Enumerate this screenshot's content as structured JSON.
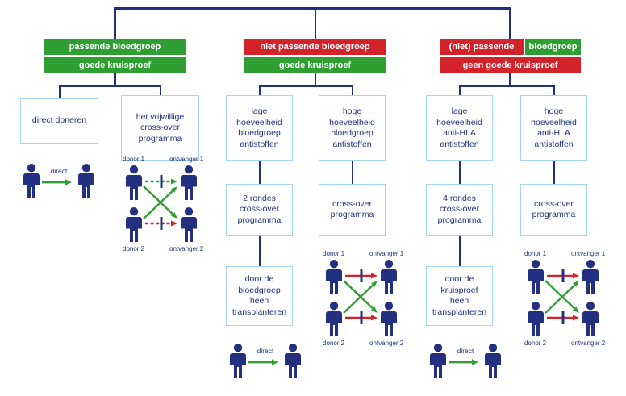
{
  "colors": {
    "navy": "#22307f",
    "green": "#2f9e33",
    "red": "#d2232a",
    "border": "#a3d6ef",
    "bg": "#ffffff"
  },
  "labels": {
    "donor1": "donor 1",
    "recipient1": "ontvanger 1",
    "donor2": "donor 2",
    "recipient2": "ontvanger 2",
    "direct": "direct"
  },
  "icons": {
    "person": "person-icon",
    "green_arrow": "exchange-arrow",
    "blocked_bar": "incompatibility-bar"
  },
  "branches": [
    {
      "header_rows": [
        {
          "segments": [
            {
              "text": "passende bloedgroep",
              "color": "green"
            }
          ]
        },
        {
          "segments": [
            {
              "text": "goede kruisproef",
              "color": "green"
            }
          ]
        }
      ],
      "columns": [
        {
          "boxes": [
            "direct doneren"
          ]
        },
        {
          "boxes": [
            "het vrijwillige cross-over programma"
          ]
        }
      ]
    },
    {
      "header_rows": [
        {
          "segments": [
            {
              "text": "niet passende bloedgroep",
              "color": "red"
            }
          ]
        },
        {
          "segments": [
            {
              "text": "goede kruisproef",
              "color": "green"
            }
          ]
        }
      ],
      "columns": [
        {
          "boxes": [
            "lage hoeveelheid bloedgroep antistoffen",
            "2 rondes cross-over programma",
            "door de bloedgroep heen transplanteren"
          ]
        },
        {
          "boxes": [
            "hoge hoeveelheid bloedgroep antistoffen",
            "cross-over programma"
          ]
        }
      ]
    },
    {
      "header_rows": [
        {
          "segments": [
            {
              "text": "(niet) passende",
              "color": "red"
            },
            {
              "text": "bloedgroep",
              "color": "green"
            }
          ]
        },
        {
          "segments": [
            {
              "text": "geen goede kruisproef",
              "color": "red"
            }
          ]
        }
      ],
      "columns": [
        {
          "boxes": [
            "lage hoeveelheid anti-HLA antistoffen",
            "4 rondes cross-over programma",
            "door de kruisproef heen transplanteren"
          ]
        },
        {
          "boxes": [
            "hoge hoeveelheid anti-HLA antistoffen",
            "cross-over programma"
          ]
        }
      ]
    }
  ]
}
